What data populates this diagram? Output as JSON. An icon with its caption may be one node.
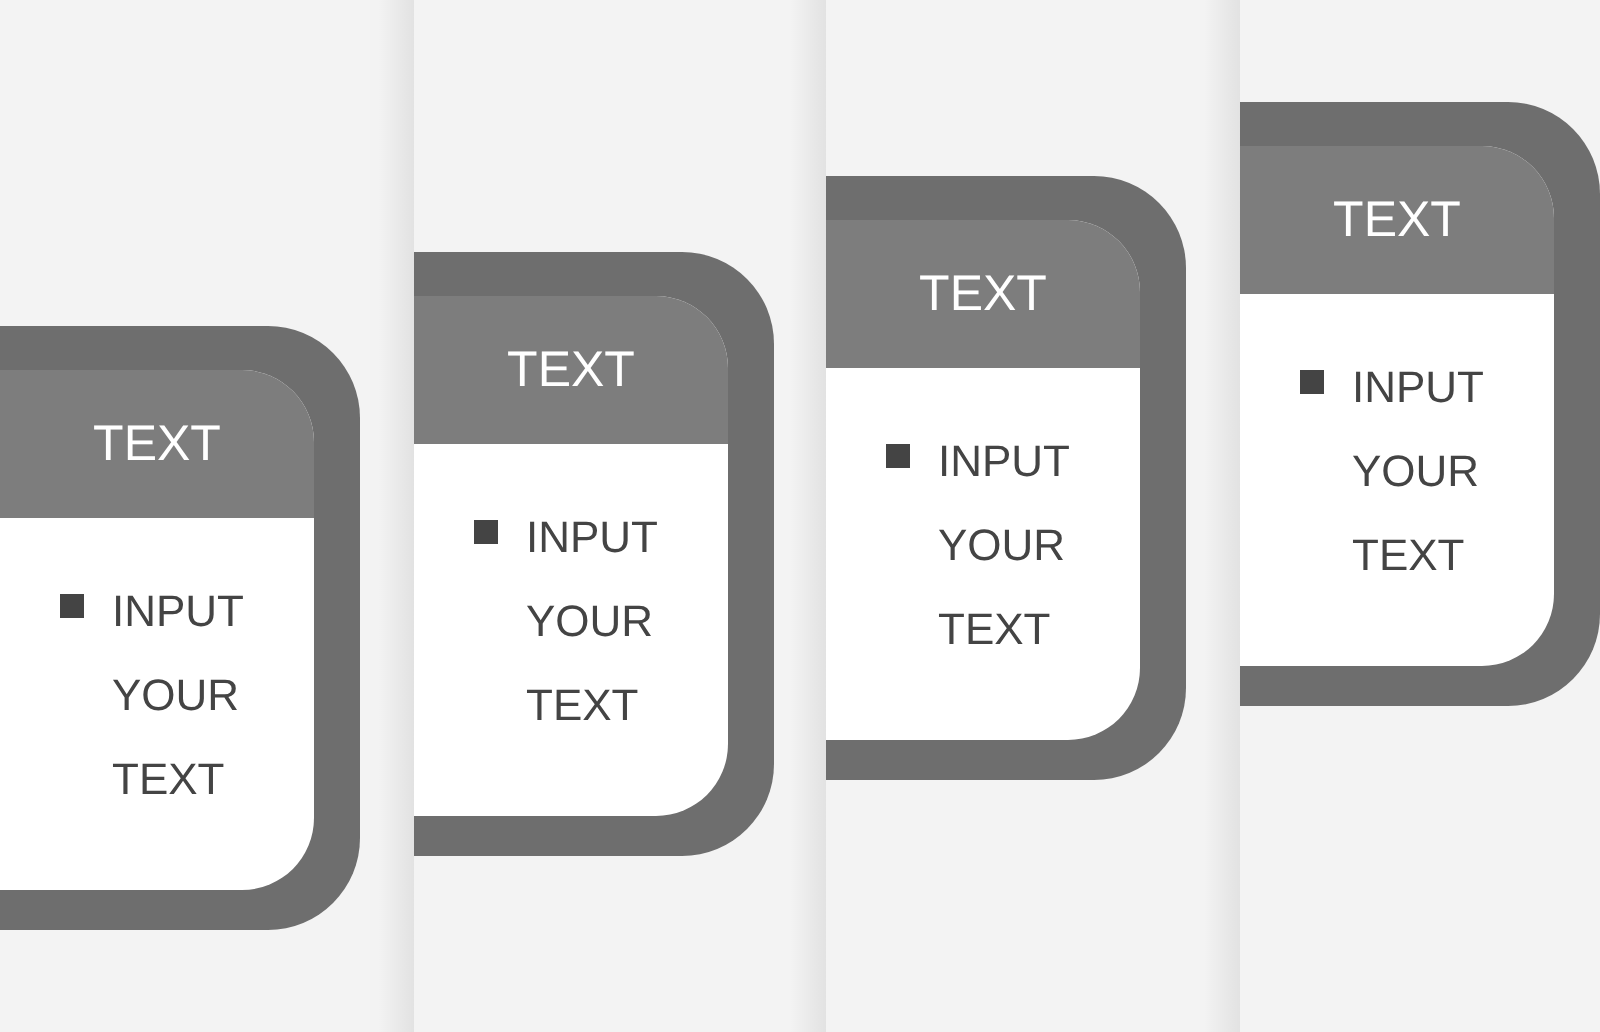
{
  "diagram": {
    "nodes": [
      {
        "text": [
          "TEXT",
          "INPUT YOUR TEXT"
        ]
      },
      {
        "text": [
          "TEXT",
          "INPUT YOUR TEXT"
        ]
      },
      {
        "text": [
          "TEXT",
          "INPUT YOUR TEXT"
        ]
      },
      {
        "text": [
          "TEXT",
          "INPUT YOUR TEXT"
        ]
      }
    ]
  }
}
